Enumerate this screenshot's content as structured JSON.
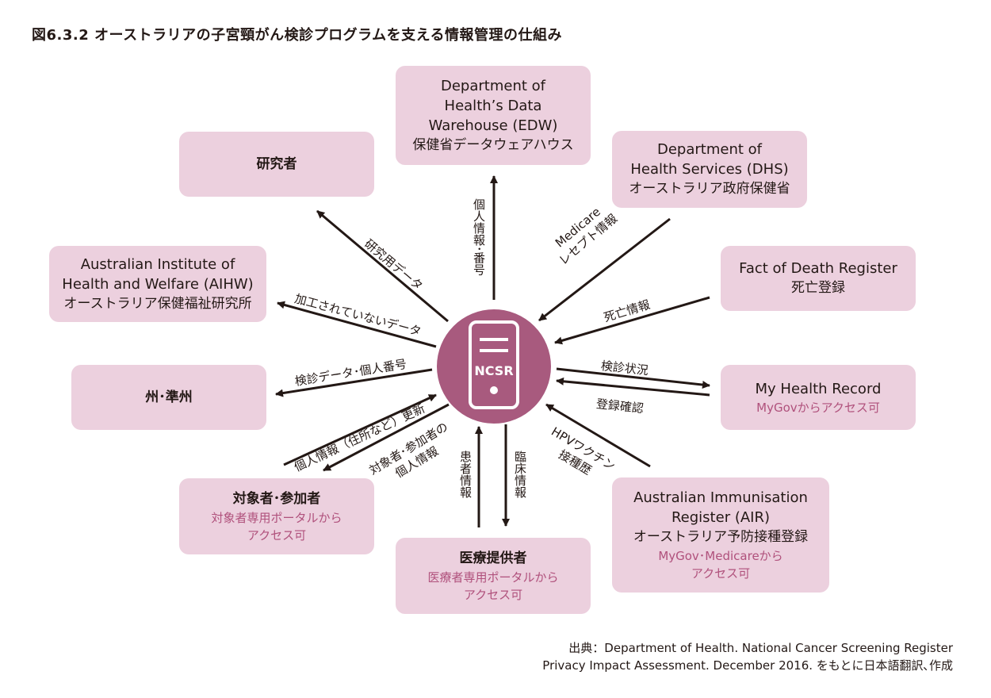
{
  "title": "図6.3.2  オーストラリアの子宮頸がん検診プログラムを支える情報管理の仕組み",
  "center": {
    "label": "NCSR"
  },
  "nodes": {
    "edw": {
      "en": "Department of\nHealth’s Data\nWarehouse (EDW)",
      "ja": "保健省データウェアハウス"
    },
    "dhs": {
      "en": "Department of\nHealth Services (DHS)",
      "ja": "オーストラリア政府保健省"
    },
    "fod": {
      "en": "Fact of Death Register",
      "ja": "死亡登録"
    },
    "mhr": {
      "en": "My Health Record",
      "sub": "MyGovからアクセス可"
    },
    "air": {
      "en": "Australian Immunisation\nRegister (AIR)",
      "ja": "オーストラリア予防接種登録",
      "sub": "MyGov･Medicareから\nアクセス可"
    },
    "provider": {
      "ja": "医療提供者",
      "sub": "医療者専用ポータルから\nアクセス可"
    },
    "participant": {
      "ja": "対象者･参加者",
      "sub": "対象者専用ポータルから\nアクセス可"
    },
    "state": {
      "ja": "州･準州"
    },
    "aihw": {
      "en": "Australian Institute of\nHealth and Welfare (AIHW)",
      "ja": "オーストラリア保健福祉研究所"
    },
    "researcher": {
      "ja": "研究者"
    }
  },
  "edges": {
    "edw": "個人情報･番号",
    "dhs_1": "Medicare",
    "dhs_2": "レセプト情報",
    "fod": "死亡情報",
    "mhr_out": "検診状況",
    "mhr_in": "登録確認",
    "air_1": "HPVワクチン",
    "air_2": "接種歴",
    "provider_in": "患者情報",
    "provider_out": "臨床情報",
    "participant_in": "個人情報（住所など）更新",
    "participant_out_1": "対象者･参加者の",
    "participant_out_2": "個人情報",
    "state": "検診データ･個人番号",
    "aihw": "加工されていないデータ",
    "researcher": "研究用データ"
  },
  "source": {
    "line1": "出典：Department of Health. National Cancer Screening Register",
    "line2": "Privacy Impact Assessment. December 2016. をもとに日本語翻訳､作成"
  }
}
